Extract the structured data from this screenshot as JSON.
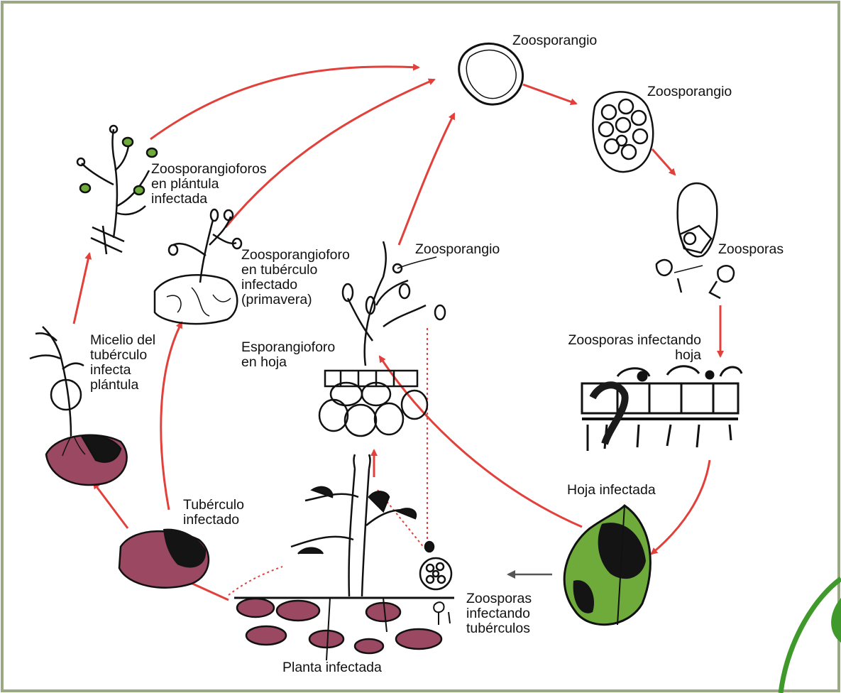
{
  "diagram": {
    "colors": {
      "arrow": "#e2403a",
      "tuber": "#9b4862",
      "leaf": "#6fab3a",
      "lesion": "#141414",
      "frame": "#9aa884",
      "accent_arc": "#3f9a2b",
      "ink": "#111111"
    },
    "labels": {
      "zoosporangio_top": "Zoosporangio",
      "zoosporangio_right": "Zoosporangio",
      "zoosporangioforos_plantula": "Zoosporangioforos\nen plántula\ninfectada",
      "zoosporangioforo_tuberculo": "Zoosporangioforo\nen tubérculo\ninfectado\n(primavera)",
      "zoosporangio_mid": "Zoosporangio",
      "zoosporas": "Zoosporas",
      "zoosporas_infectando_hoja": "Zoosporas infectando\nhoja",
      "micelio_tuberculo": "Micelio del\ntubérculo\ninfecta\nplántula",
      "esporangioforo_hoja": "Esporangioforo\nen hoja",
      "hoja_infectada": "Hoja infectada",
      "tuberculo_infectado": "Tubérculo\ninfectado",
      "zoosporas_infectando_tuberculos": "Zoosporas\ninfectando\ntubérculos",
      "planta_infectada": "Planta infectada"
    }
  }
}
